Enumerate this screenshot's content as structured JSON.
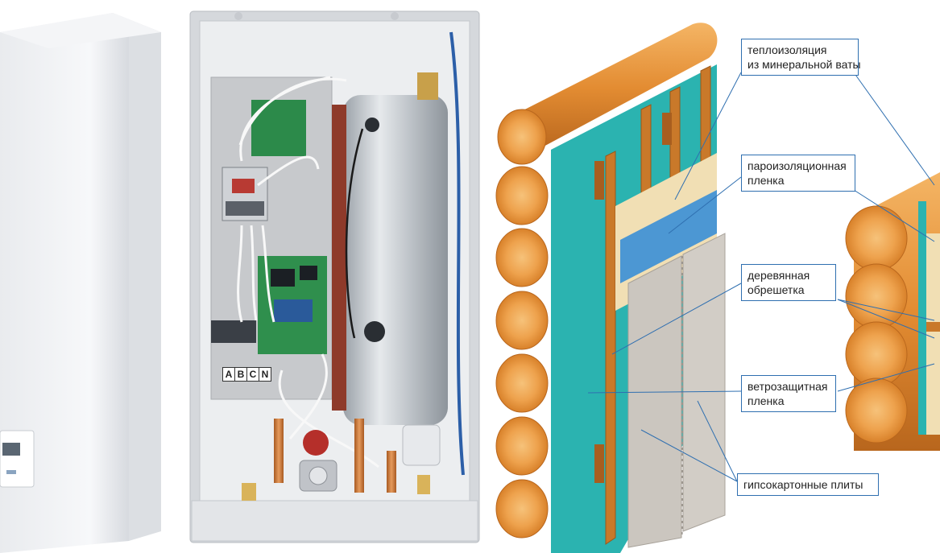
{
  "boiler": {
    "terminal_labels": [
      "A",
      "B",
      "C",
      "N"
    ]
  },
  "callouts": {
    "mineral_wool": {
      "line1": "теплоизоляция",
      "line2": "из минеральной ваты"
    },
    "vapor_barrier": {
      "line1": "пароизоляционная",
      "line2": "пленка"
    },
    "battens": {
      "line1": "деревянная",
      "line2": "обрешетка"
    },
    "wind_barrier": {
      "line1": "ветрозащитная",
      "line2": "пленка"
    },
    "drywall": {
      "line1": "гипсокартонные плиты"
    }
  },
  "colors": {
    "callout_border": "#2f6fb0",
    "log_wood": "#e8933a",
    "membrane_teal": "#2bb3b0",
    "vapor_blue": "#3a8fd6",
    "drywall_gray": "#c9c4bd",
    "batten_wood": "#c9792a",
    "boiler_white": "#f2f3f5",
    "foil_silver": "#cfd3d8"
  }
}
